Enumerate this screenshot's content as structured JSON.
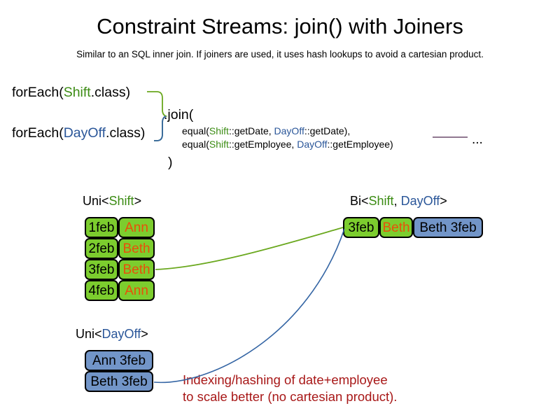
{
  "slide": {
    "title": "Constraint Streams: join() with Joiners",
    "subtitle": "Similar to an SQL inner join. If joiners are used, it uses hash lookups to avoid a cartesian product."
  },
  "code": {
    "foreach_shift": {
      "prefix": "forEach(",
      "type": "Shift",
      "suffix": ".class)"
    },
    "foreach_dayoff": {
      "prefix": "forEach(",
      "type": "DayOff",
      "suffix": ".class)"
    },
    "join_open": ".join(",
    "join_close": ")",
    "joiners": [
      {
        "prefix": "equal(",
        "left_type": "Shift",
        "left_ref": "::getDate, ",
        "right_type": "DayOff",
        "right_ref": "::getDate),"
      },
      {
        "prefix": "equal(",
        "left_type": "Shift",
        "left_ref": "::getEmployee, ",
        "right_type": "DayOff",
        "right_ref": "::getEmployee)"
      }
    ],
    "ellipsis": "..."
  },
  "labels": {
    "uni_shift": {
      "prefix": "Uni<",
      "type": "Shift",
      "suffix": ">"
    },
    "bi": {
      "prefix": "Bi<",
      "type_a": "Shift",
      "separator": ", ",
      "type_b": "DayOff",
      "suffix": ">"
    },
    "uni_dayoff": {
      "prefix": "Uni<",
      "type": "DayOff",
      "suffix": ">"
    }
  },
  "shift_stream": {
    "rows": [
      {
        "date": "1feb",
        "employee": "Ann"
      },
      {
        "date": "2feb",
        "employee": "Beth"
      },
      {
        "date": "3feb",
        "employee": "Beth"
      },
      {
        "date": "4feb",
        "employee": "Ann"
      }
    ]
  },
  "dayoff_stream": {
    "rows": [
      {
        "value": "Ann 3feb"
      },
      {
        "value": "Beth 3feb"
      }
    ]
  },
  "bi_stream": {
    "shift_date": "3feb",
    "shift_employee": "Beth",
    "dayoff": "Beth 3feb"
  },
  "note": {
    "line1": "Indexing/hashing of date+employee",
    "line2": "to scale better (no cartesian product)."
  },
  "colors": {
    "shift_green": "#3c8c14",
    "dayoff_blue": "#2a5699",
    "cell_green": "#7ccd2e",
    "cell_blue": "#7295c8",
    "employee_orange": "#e8500a",
    "note_red": "#a81818",
    "connector_green": "#6aa81e",
    "connector_blue": "#3465a4",
    "divider_purple": "#6b4b6b"
  }
}
